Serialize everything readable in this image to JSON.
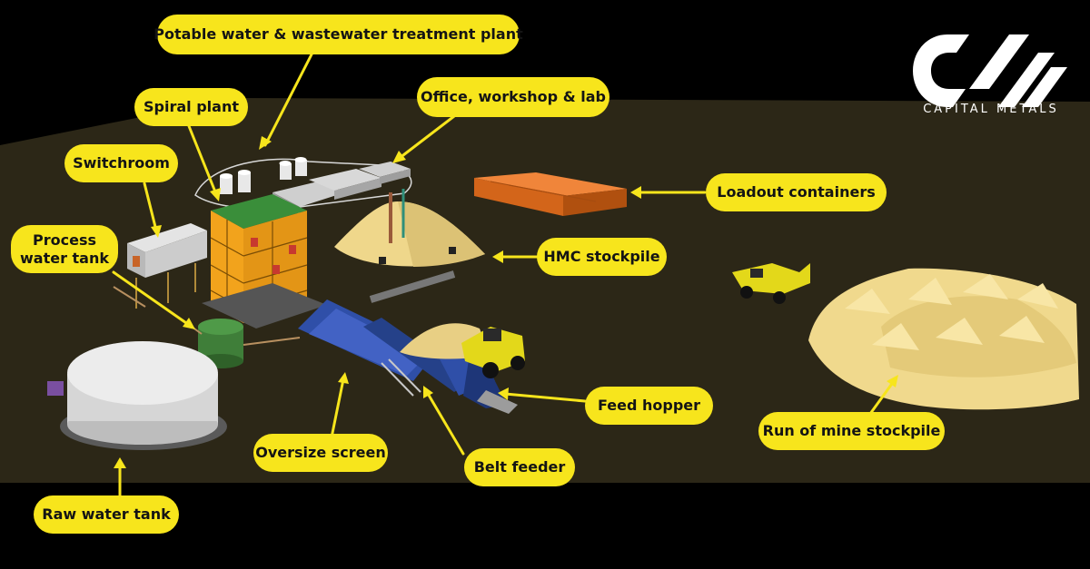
{
  "brand": {
    "name": "CAPITAL METALS",
    "text_color": "#ffffff"
  },
  "colors": {
    "label_fill": "#f7e51c",
    "label_text": "#141414",
    "leader_line": "#f7e51c",
    "ground": "#2c2717",
    "background": "#000000",
    "sand": "#f0d98d",
    "structure_orange": "#f2a31c",
    "equipment_blue": "#2f4fa8",
    "loader_yellow": "#e3d81a",
    "container_orange": "#e0701d",
    "tank_green": "#3f7e39",
    "tank_white": "#d6d6d6"
  },
  "labels": {
    "potable_water": "Potable water & wastewater treatment plant",
    "office": "Office, workshop & lab",
    "spiral_plant": "Spiral plant",
    "switchroom": "Switchroom",
    "process_water_tank": "Process water tank",
    "loadout_containers": "Loadout containers",
    "hmc_stockpile": "HMC stockpile",
    "feed_hopper": "Feed hopper",
    "run_of_mine": "Run of mine stockpile",
    "oversize_screen": "Oversize screen",
    "belt_feeder": "Belt feeder",
    "raw_water_tank": "Raw water tank"
  }
}
